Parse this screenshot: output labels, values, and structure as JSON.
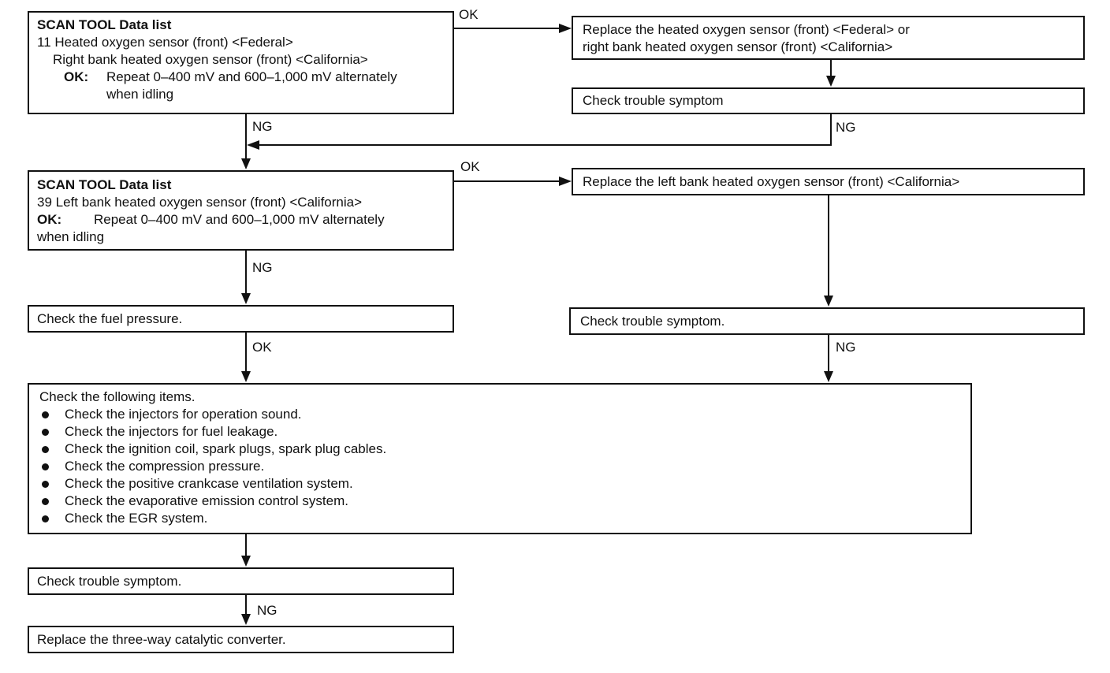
{
  "scan1": {
    "title": "SCAN TOOL Data list",
    "line1": "11 Heated oxygen sensor (front) <Federal>",
    "line2": "Right bank heated oxygen sensor (front) <California>",
    "ok_label": "OK:",
    "ok_text1": "Repeat 0–400 mV and 600–1,000 mV alternately",
    "ok_text2": "when idling"
  },
  "replace_front": {
    "line1": "Replace the heated oxygen sensor (front) <Federal> or",
    "line2": "right bank heated oxygen sensor (front) <California>"
  },
  "check_symptom_1": "Check trouble symptom",
  "scan2": {
    "title": "SCAN TOOL Data list",
    "line1": "39 Left bank heated oxygen sensor (front) <California>",
    "ok_label": "OK:",
    "ok_text1": "Repeat 0–400 mV and 600–1,000 mV alternately",
    "ok_text2": "when idling"
  },
  "replace_left": "Replace the left bank heated oxygen sensor (front) <California>",
  "check_fuel": "Check the fuel pressure.",
  "check_symptom_2": "Check trouble symptom.",
  "check_items": {
    "title": "Check the following items.",
    "items": [
      "Check the injectors for operation sound.",
      "Check the injectors for fuel leakage.",
      "Check the ignition coil, spark plugs, spark plug cables.",
      "Check the compression pressure.",
      "Check the positive crankcase ventilation system.",
      "Check the evaporative emission control system.",
      "Check the EGR system."
    ]
  },
  "check_symptom_3": "Check trouble symptom.",
  "replace_catalytic": "Replace the three-way catalytic converter.",
  "labels": {
    "ok": "OK",
    "ng": "NG"
  }
}
